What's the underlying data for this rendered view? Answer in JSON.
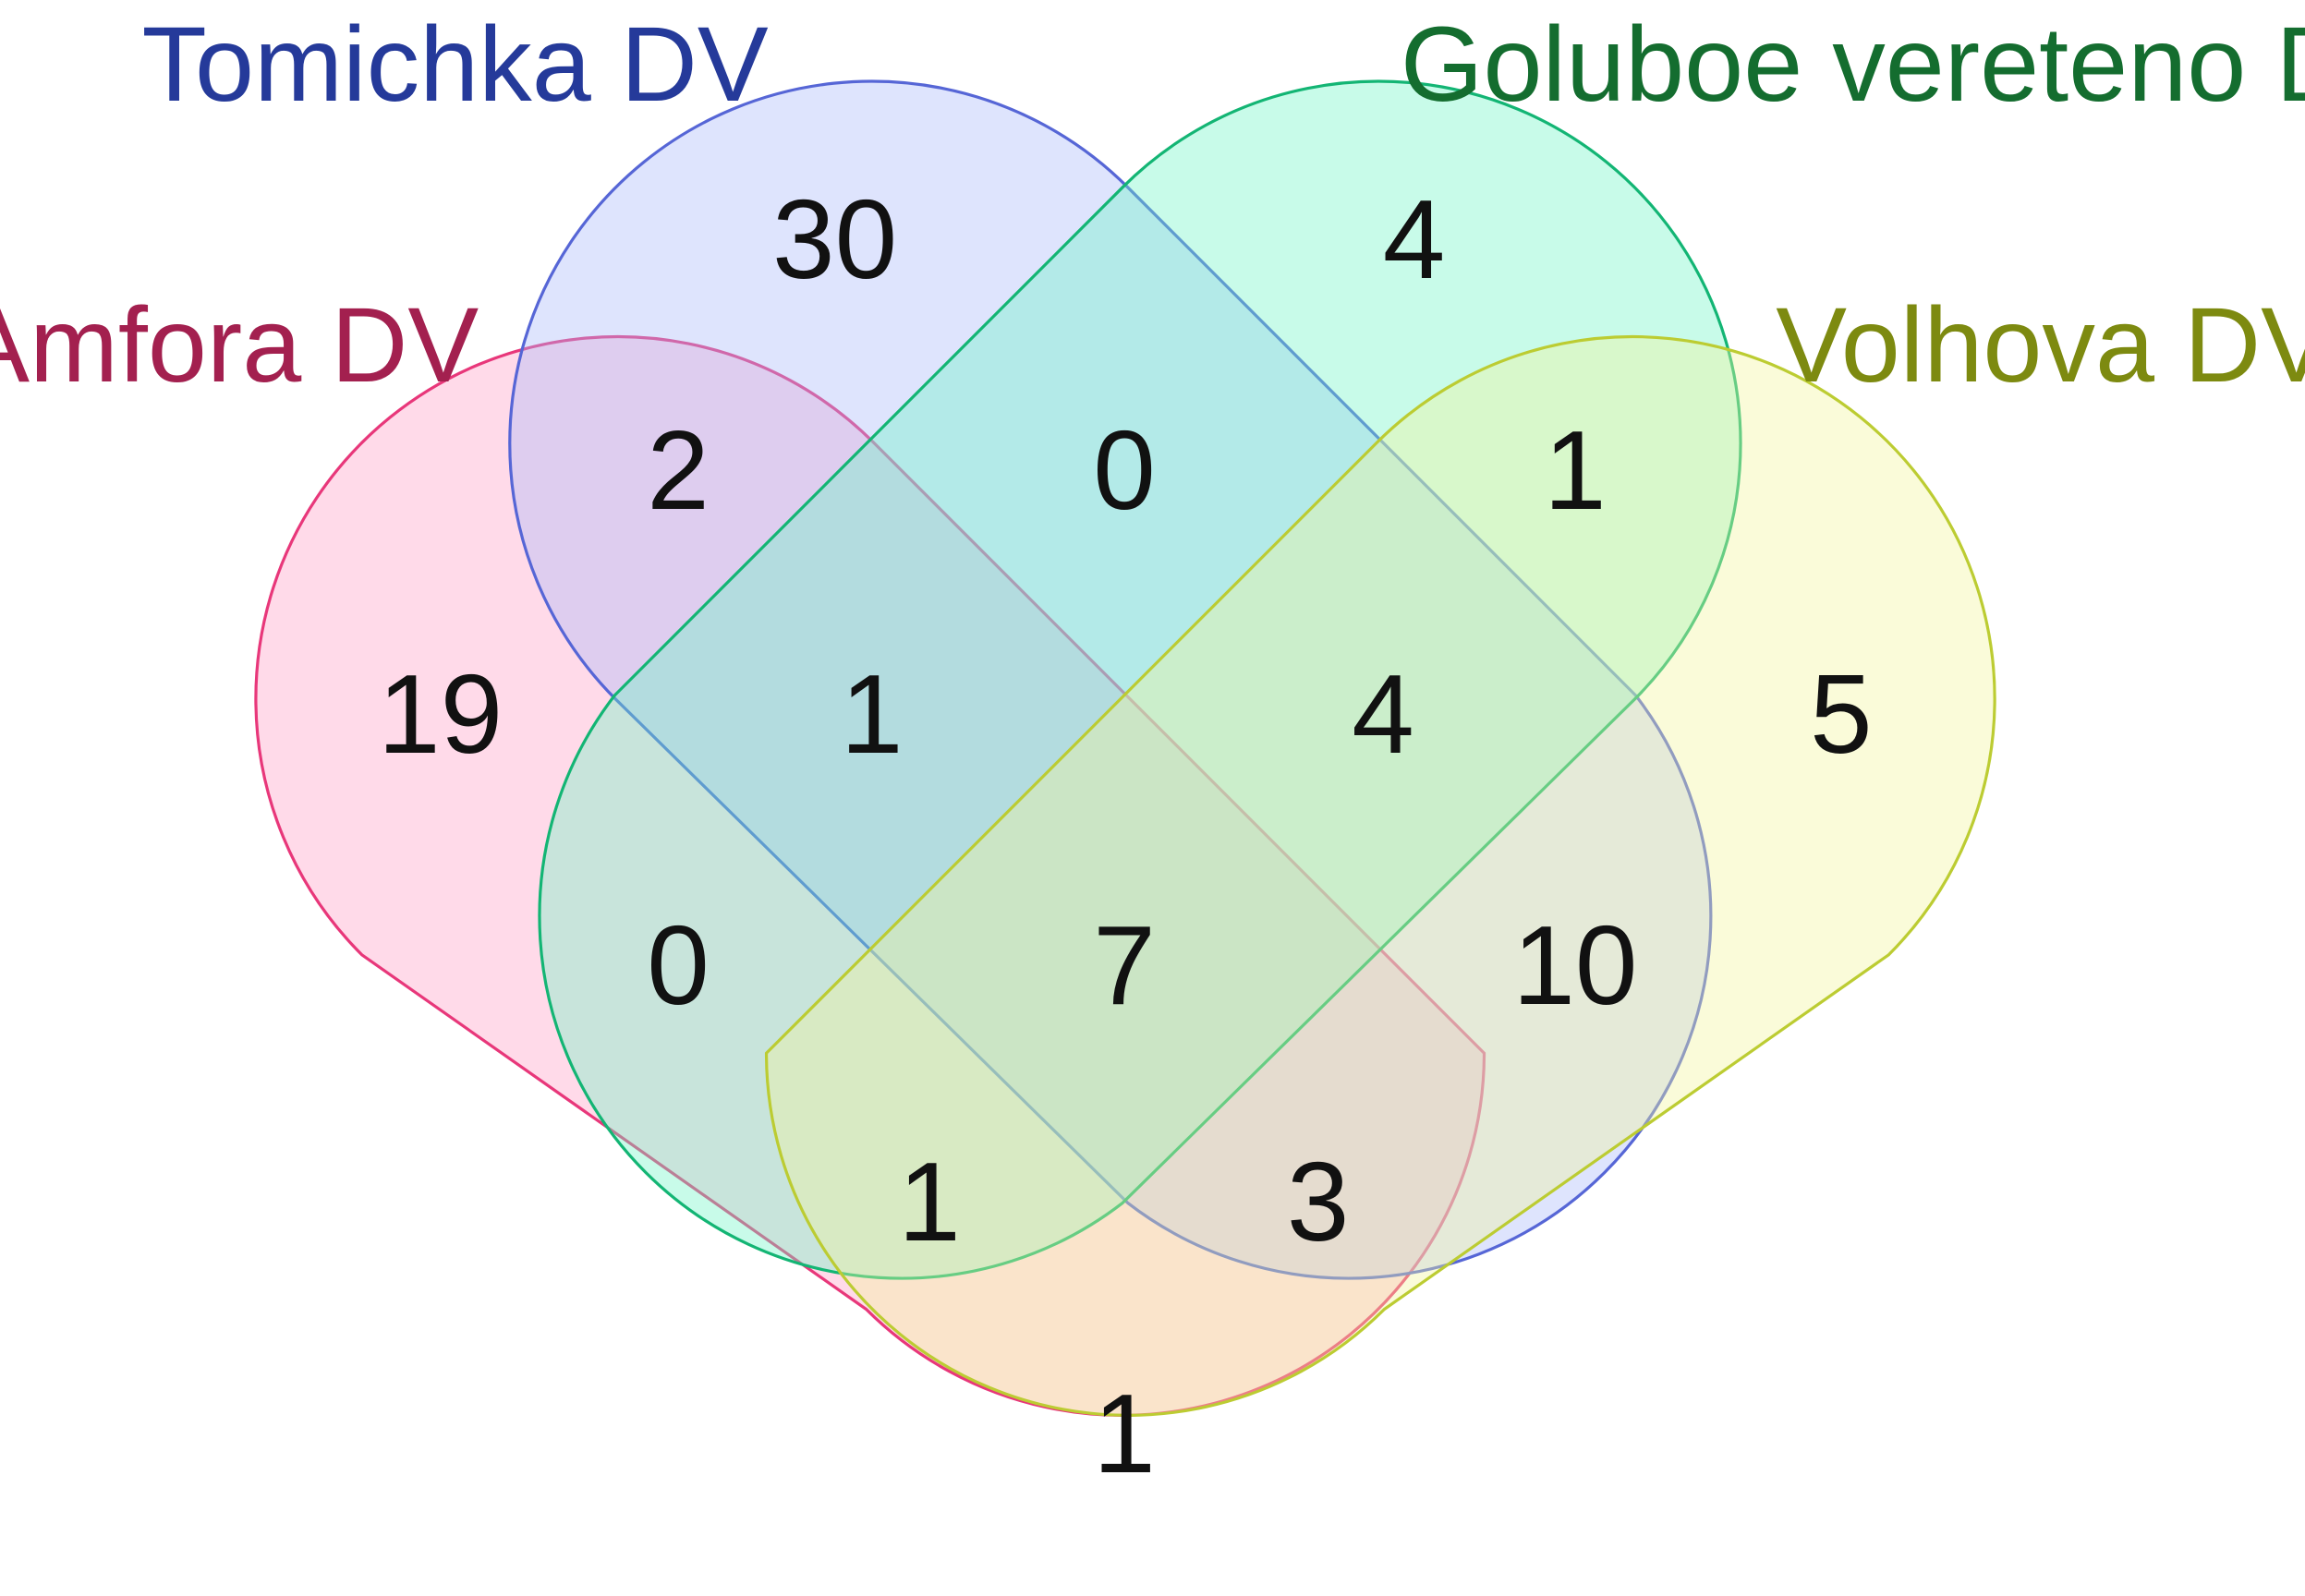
{
  "sets": [
    {
      "id": "amfora",
      "name": "Amfora DV",
      "fill": "#ff9dc5",
      "stroke": "#e8377a",
      "label_color": "#a3204f"
    },
    {
      "id": "tomichka",
      "name": "Tomichka DV",
      "fill": "#a8b8fa",
      "stroke": "#5666d6",
      "label_color": "#253a9a"
    },
    {
      "id": "goluboe",
      "name": "Goluboe vereteno DV",
      "fill": "#6ef5c6",
      "stroke": "#13b574",
      "label_color": "#146d2f"
    },
    {
      "id": "volhova",
      "name": "Volhova DV",
      "fill": "#f2f59c",
      "stroke": "#bccc32",
      "label_color": "#7d8a10"
    }
  ],
  "regions": [
    {
      "sets": [
        "tomichka"
      ],
      "count": "30"
    },
    {
      "sets": [
        "goluboe"
      ],
      "count": "4"
    },
    {
      "sets": [
        "amfora"
      ],
      "count": "19"
    },
    {
      "sets": [
        "volhova"
      ],
      "count": "5"
    },
    {
      "sets": [
        "amfora",
        "tomichka"
      ],
      "count": "2"
    },
    {
      "sets": [
        "tomichka",
        "goluboe"
      ],
      "count": "0"
    },
    {
      "sets": [
        "goluboe",
        "volhova"
      ],
      "count": "1"
    },
    {
      "sets": [
        "amfora",
        "tomichka",
        "goluboe"
      ],
      "count": "1"
    },
    {
      "sets": [
        "tomichka",
        "goluboe",
        "volhova"
      ],
      "count": "4"
    },
    {
      "sets": [
        "amfora",
        "goluboe"
      ],
      "count": "0"
    },
    {
      "sets": [
        "amfora",
        "tomichka",
        "goluboe",
        "volhova"
      ],
      "count": "7"
    },
    {
      "sets": [
        "tomichka",
        "volhova"
      ],
      "count": "10"
    },
    {
      "sets": [
        "amfora",
        "goluboe",
        "volhova"
      ],
      "count": "1"
    },
    {
      "sets": [
        "amfora",
        "tomichka",
        "volhova"
      ],
      "count": "3"
    },
    {
      "sets": [
        "amfora",
        "volhova"
      ],
      "count": "1"
    }
  ]
}
